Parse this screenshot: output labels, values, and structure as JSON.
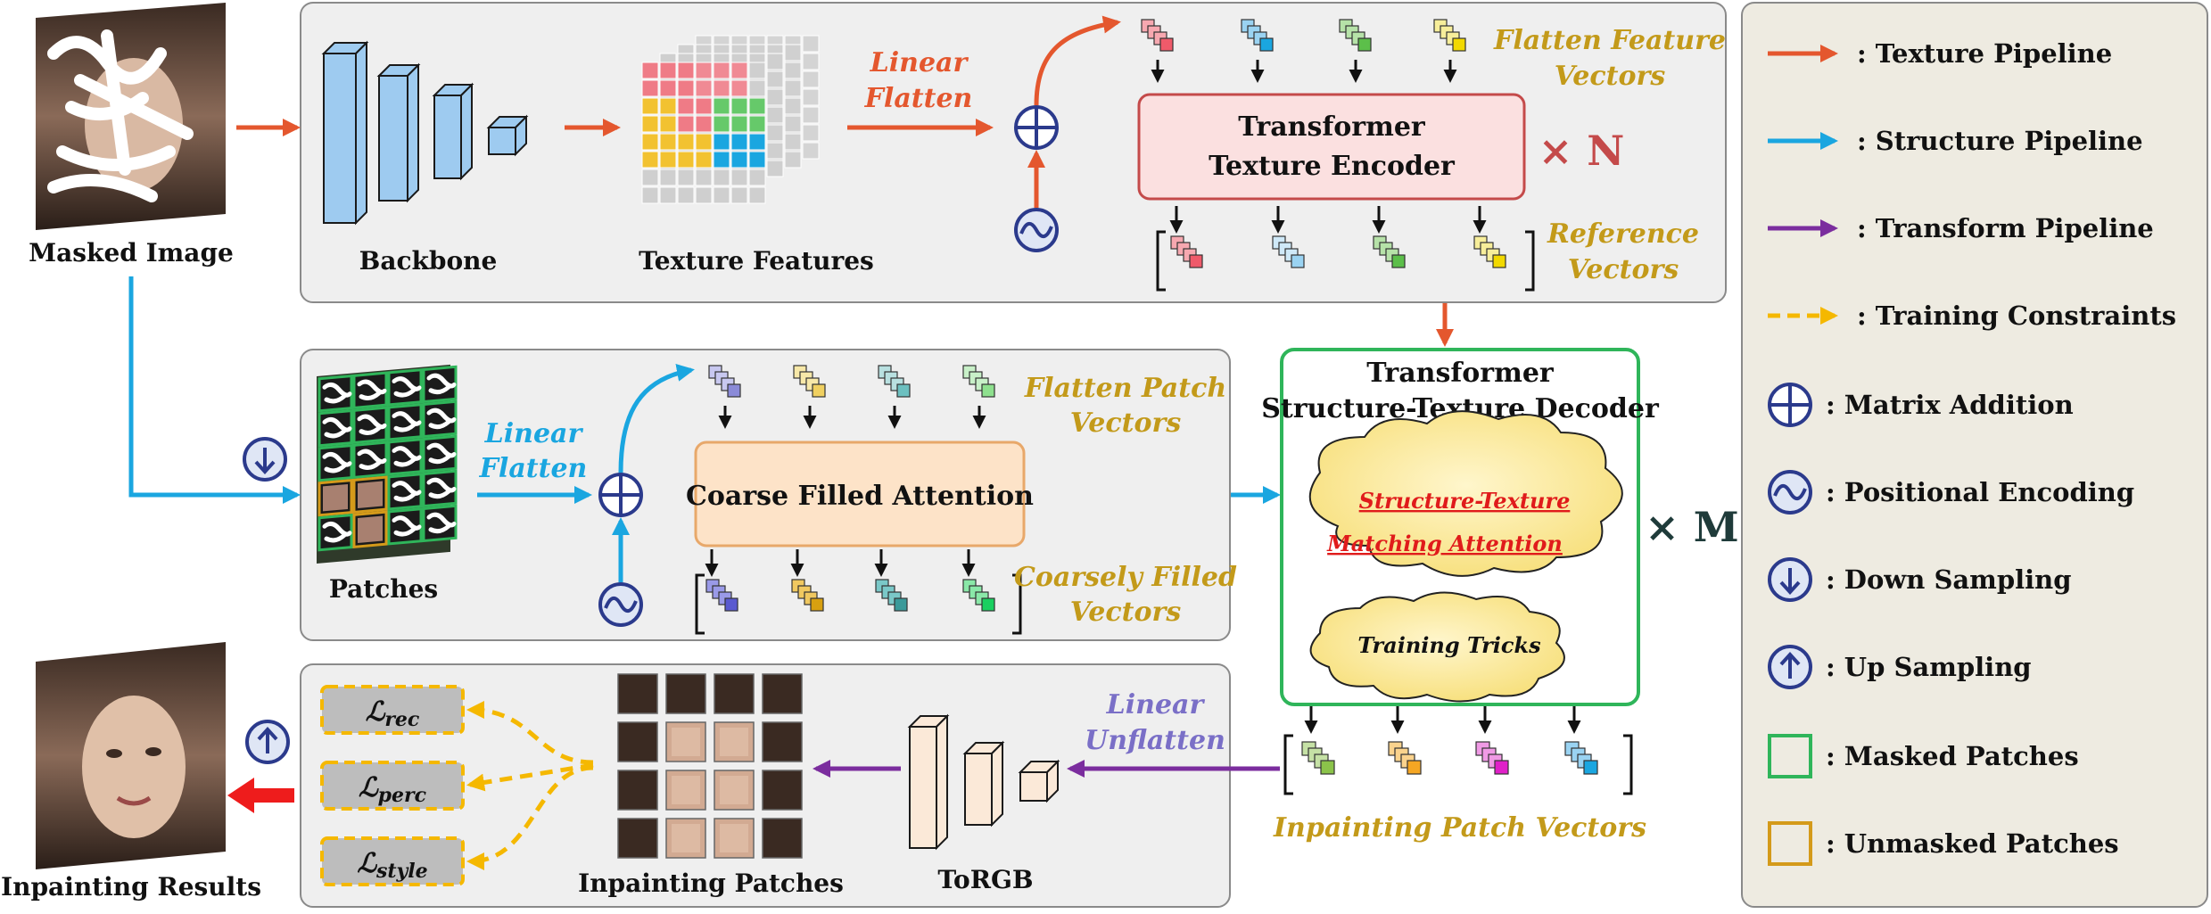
{
  "inputs": {
    "masked_image": "Masked Image",
    "inpainting_results": "Inpainting Results"
  },
  "texture_branch": {
    "backbone": "Backbone",
    "texture_features": "Texture Features",
    "linear_flatten": [
      "Linear",
      "Flatten"
    ],
    "flatten_feature_vectors": [
      "Flatten Feature",
      "Vectors"
    ],
    "encoder": [
      "Transformer",
      "Texture Encoder"
    ],
    "repeat": "× N",
    "reference_vectors": [
      "Reference",
      "Vectors"
    ]
  },
  "structure_branch": {
    "patches": "Patches",
    "linear_flatten": [
      "Linear",
      "Flatten"
    ],
    "flatten_patch_vectors": [
      "Flatten Patch",
      "Vectors"
    ],
    "coarse_attention": "Coarse Filled Attention",
    "coarsely_filled_vectors": [
      "Coarsely Filled",
      "Vectors"
    ]
  },
  "decoder": {
    "title": [
      "Transformer",
      "Structure-Texture Decoder"
    ],
    "matching_attention": [
      "Structure-Texture",
      "Matching Attention"
    ],
    "training_tricks": "Training Tricks",
    "repeat": "× M"
  },
  "output_branch": {
    "losses": [
      "ℒrec",
      "ℒperc",
      "ℒstyle"
    ],
    "loss_subscripts": [
      "rec",
      "perc",
      "style"
    ],
    "inpainting_patches": "Inpainting Patches",
    "torgb": "ToRGB",
    "linear_unflatten": [
      "Linear",
      "Unflatten"
    ],
    "inpainting_patch_vectors": "Inpainting Patch Vectors"
  },
  "legend": [
    {
      "icon": "orange-arrow",
      "label": ": Texture Pipeline"
    },
    {
      "icon": "blue-arrow",
      "label": ": Structure Pipeline"
    },
    {
      "icon": "purple-arrow",
      "label": ": Transform Pipeline"
    },
    {
      "icon": "dashed-yellow-arrow",
      "label": ": Training Constraints"
    },
    {
      "icon": "matrix-addition-icon",
      "label": ": Matrix Addition"
    },
    {
      "icon": "positional-encoding-icon",
      "label": ": Positional Encoding"
    },
    {
      "icon": "down-sampling-icon",
      "label": ": Down Sampling"
    },
    {
      "icon": "up-sampling-icon",
      "label": ": Up Sampling"
    },
    {
      "icon": "green-square",
      "label": ": Masked Patches"
    },
    {
      "icon": "gold-square",
      "label": ": Unmasked Patches"
    }
  ],
  "colors": {
    "texture": "#e4572e",
    "structure": "#1aa6e0",
    "transform": "#7b2d9e",
    "constraint": "#f5b800",
    "annotation": "#c39a1a"
  }
}
